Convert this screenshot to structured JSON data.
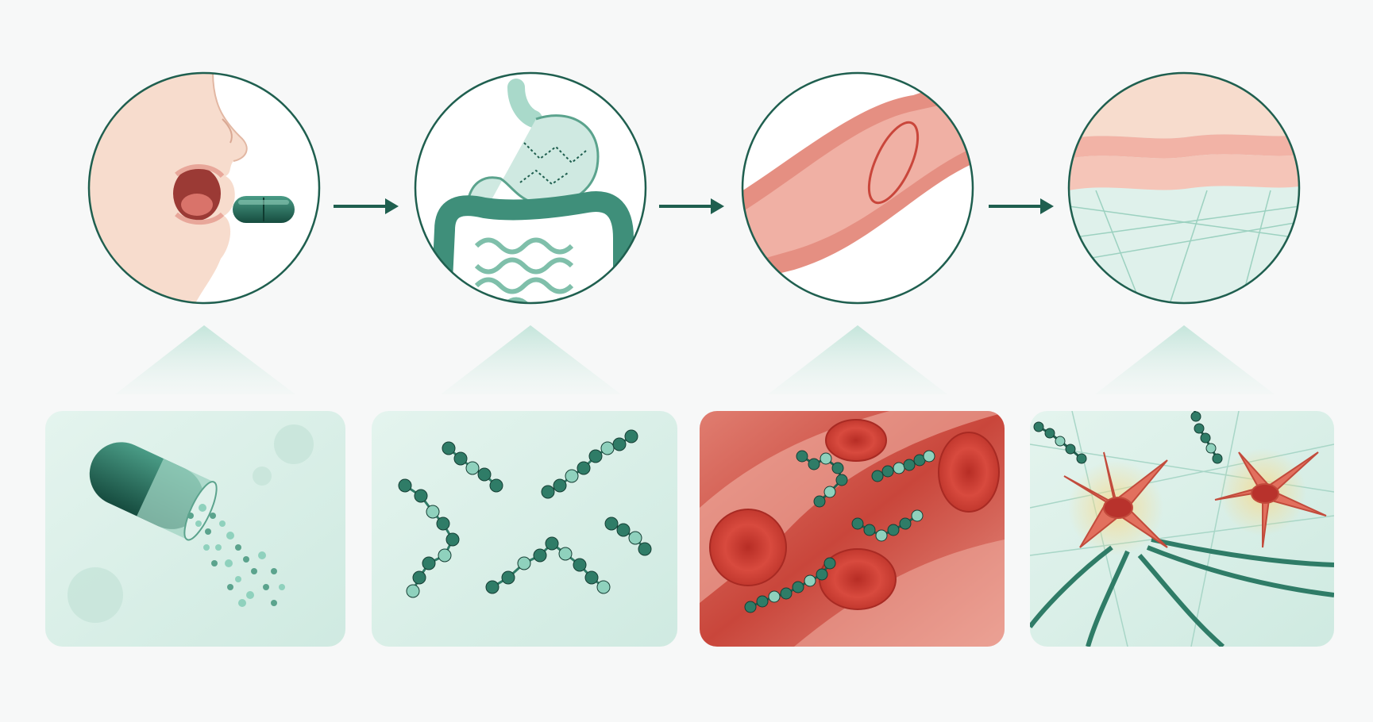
{
  "colors": {
    "background": "#f7f8f8",
    "teal_dark": "#1f5f4f",
    "teal_mid": "#3f8f7a",
    "teal_light": "#cfe9e1",
    "mint_bg": "#dff1eb",
    "red_dark": "#b8322c",
    "red_mid": "#d9534a",
    "red_light": "#f2b3a6",
    "skin": "#f7dccd",
    "arrow": "#1f5f4f"
  },
  "steps": [
    {
      "id": "ingestion",
      "circle_icon": "mouth-with-capsule-icon",
      "detail_icon": "capsule-releasing-particles-icon"
    },
    {
      "id": "digestion",
      "circle_icon": "stomach-and-intestines-icon",
      "detail_icon": "peptide-chains-icon"
    },
    {
      "id": "circulation",
      "circle_icon": "blood-vessel-icon",
      "detail_icon": "red-blood-cells-with-peptides-icon"
    },
    {
      "id": "tissue",
      "circle_icon": "skin-cross-section-icon",
      "detail_icon": "fibroblasts-and-collagen-fibers-icon"
    }
  ],
  "arrows": [
    "right-arrow-icon",
    "right-arrow-icon",
    "right-arrow-icon"
  ]
}
